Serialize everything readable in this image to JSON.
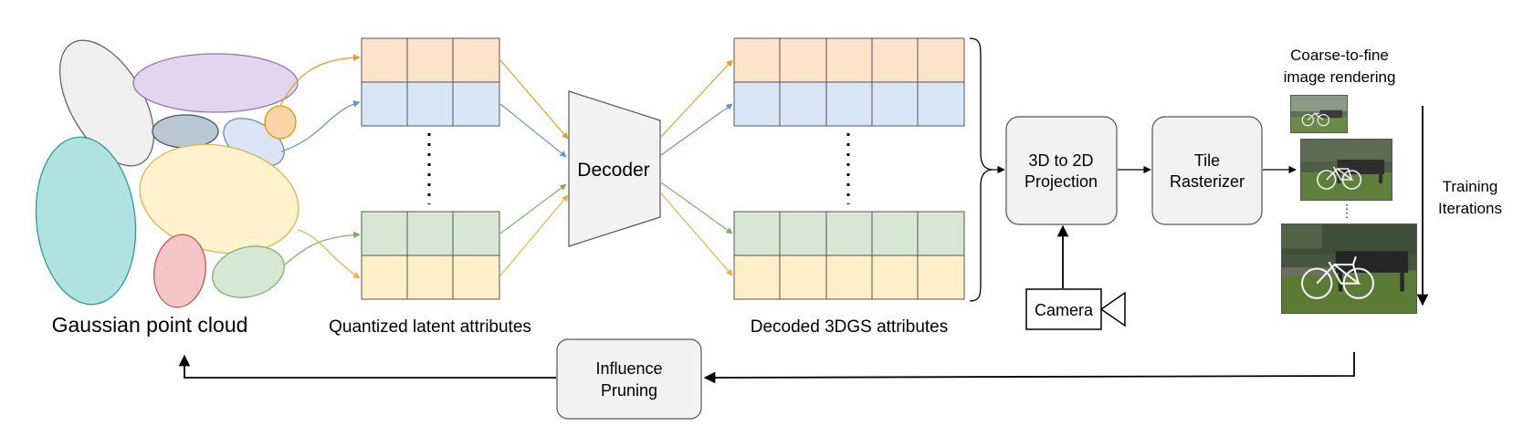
{
  "labels": {
    "point_cloud": "Gaussian point cloud",
    "latent": "Quantized latent attributes",
    "decoder": "Decoder",
    "decoded": "Decoded 3DGS attributes",
    "projection": [
      "3D to 2D",
      "Projection"
    ],
    "rasterizer": [
      "Tile",
      "Rasterizer"
    ],
    "camera": "Camera",
    "rendering_title": [
      "Coarse-to-fine",
      "image rendering"
    ],
    "training": [
      "Training",
      "Iterations"
    ],
    "pruning": [
      "Influence",
      "Pruning"
    ]
  },
  "colors": {
    "orange": "#fde3c9",
    "blue": "#d8e6f8",
    "green": "#d6e8d3",
    "yellow": "#fdf0c8",
    "arrow_orange": "#e0a030",
    "arrow_blue": "#6f94c8",
    "arrow_green": "#7cb36a",
    "arrow_yellow": "#e6b24a",
    "box_fill": "#f2f2f2",
    "decoder_fill": "#f2f2f2"
  },
  "ellipses": [
    {
      "name": "grey-gaussian",
      "fill": "#efefef",
      "stroke": "#666666"
    },
    {
      "name": "purple-gaussian",
      "fill": "#e3d5ee",
      "stroke": "#9a73b5"
    },
    {
      "name": "slate-gaussian",
      "fill": "#b9c7d3",
      "stroke": "#43576a"
    },
    {
      "name": "lightblue-gaussian",
      "fill": "#dae6f8",
      "stroke": "#6c8ebf"
    },
    {
      "name": "orange-gaussian",
      "fill": "#fad3a6",
      "stroke": "#d79b00"
    },
    {
      "name": "cyan-gaussian",
      "fill": "#b0e2e2",
      "stroke": "#2a9a9a"
    },
    {
      "name": "yellow-gaussian",
      "fill": "#fff2cc",
      "stroke": "#d6b656"
    },
    {
      "name": "red-gaussian",
      "fill": "#f5c6c6",
      "stroke": "#c05555"
    },
    {
      "name": "green-gaussian",
      "fill": "#d5e8d4",
      "stroke": "#82b366"
    }
  ]
}
